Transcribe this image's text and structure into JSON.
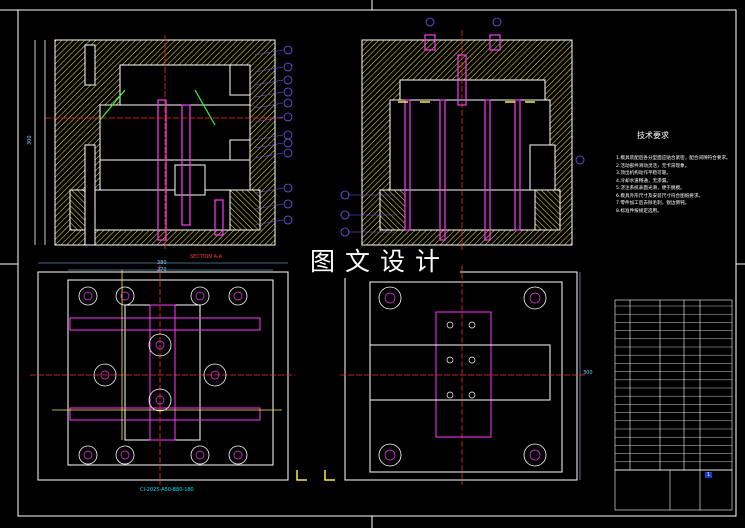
{
  "banner": {
    "text": "图文设计"
  },
  "requirements": {
    "title": "技术要求",
    "lines": [
      "1.模具装配后各分型面应贴合紧密，配合间隙符合要求。",
      "2.活动部件滑动灵活，无卡滞现象。",
      "3.顶出机构动作平稳可靠。",
      "4.冷却水道畅通，无渗漏。",
      "5.浇注系统表面光滑，便于脱模。",
      "6.模具外形尺寸及安装尺寸符合图纸要求。",
      "7.零件加工后去除毛刺，锐边倒钝。",
      "8.标准件按规定选用。"
    ]
  },
  "labels": {
    "section": "SECTION A-A",
    "bottom": "CI-2025-A50-B80-180"
  },
  "dimensions": {
    "top_width": "380",
    "top_inner": "270",
    "right_h": "300",
    "left_h": "300"
  },
  "title_block": {
    "sheet": "1"
  },
  "colors": {
    "background": "#000000",
    "outline": "#ffffff",
    "hatch": "#ffeb3b",
    "callout": "#6c5cff",
    "axis": "#ff2a2a",
    "cyan": "#00e5ff",
    "magenta": "#ff39ff",
    "green": "#35ff35"
  }
}
